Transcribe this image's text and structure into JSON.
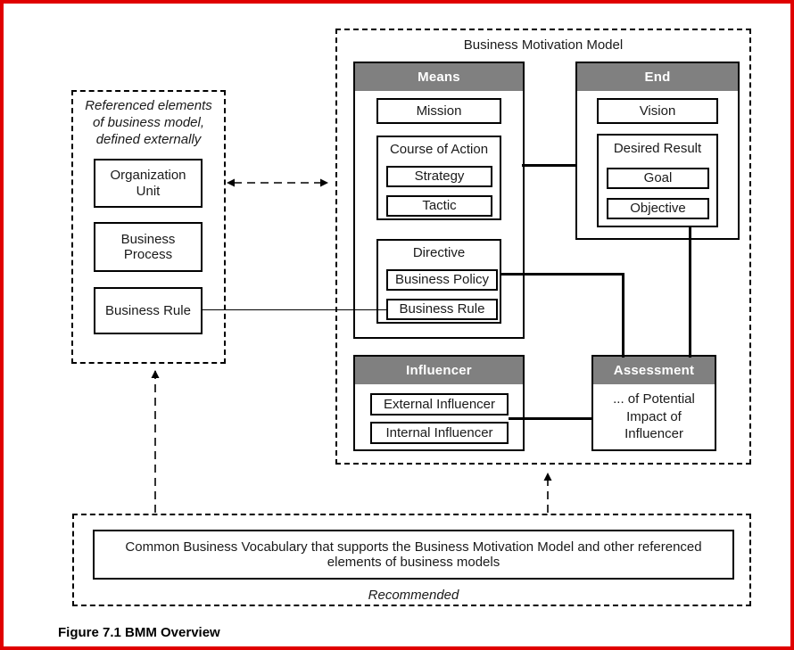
{
  "figure": {
    "caption": "Figure 7.1 BMM Overview"
  },
  "external_panel": {
    "note": "Referenced elements\nof business model,\ndefined externally",
    "boxes": [
      {
        "label": "Organization\nUnit"
      },
      {
        "label": "Business\nProcess"
      },
      {
        "label": "Business Rule"
      }
    ]
  },
  "bmm": {
    "title": "Business Motivation Model",
    "groups": [
      {
        "key": "means",
        "header": "Means",
        "items": [
          {
            "label": "Mission",
            "children": []
          },
          {
            "label": "Course of Action",
            "children": [
              "Strategy",
              "Tactic"
            ]
          },
          {
            "label": "Directive",
            "children": [
              "Business Policy",
              "Business Rule"
            ]
          }
        ]
      },
      {
        "key": "end",
        "header": "End",
        "items": [
          {
            "label": "Vision",
            "children": []
          },
          {
            "label": "Desired Result",
            "children": [
              "Goal",
              "Objective"
            ]
          }
        ]
      },
      {
        "key": "influencer",
        "header": "Influencer",
        "items": [
          {
            "label": "External Influencer",
            "children": []
          },
          {
            "label": "Internal Influencer",
            "children": []
          }
        ]
      },
      {
        "key": "assessment",
        "header": "Assessment",
        "body": "... of Potential\nImpact of\nInfluencer"
      }
    ]
  },
  "vocabulary": {
    "body": "Common Business Vocabulary that supports the Business Motivation Model and other referenced\nelements of business models",
    "footer": "Recommended"
  },
  "colors": {
    "header_gray": "#808080",
    "line_black": "#000000",
    "border_red": "#e00000",
    "background": "#ffffff"
  }
}
